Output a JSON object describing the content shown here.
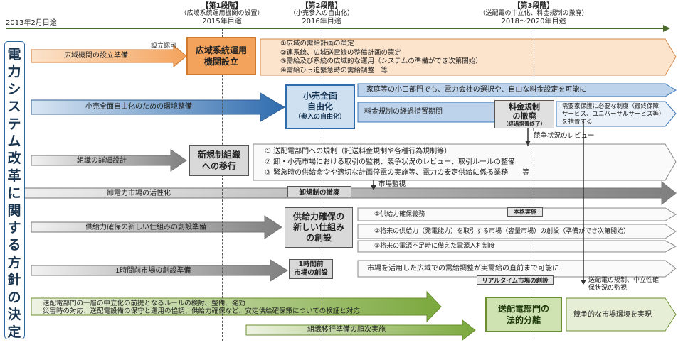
{
  "timeline": {
    "start_label": "2013年2月目途",
    "stage1": {
      "stage": "【第1段階】",
      "desc": "（広域系統運用機関の設置）",
      "target": "2015年目途"
    },
    "stage2": {
      "stage": "【第2段階】",
      "desc": "（小売参入の自由化）",
      "target": "2016年目途"
    },
    "stage3": {
      "stage": "【第3段階】",
      "desc": "（送配電の中立化、料金規制の撤廃）",
      "target": "2018～2020年目途"
    }
  },
  "side_title": "電力システム改革に関する方針の決定",
  "rows": {
    "wide_area": {
      "arrow_label": "広域機関の設立準備",
      "approval": "設立認可",
      "box": [
        "広域系統運用",
        "機関設立"
      ],
      "items": [
        "①広域の需給計画の策定",
        "②連系線、広域送電線の整備計画の策定",
        "③需給及び系統の広域的な運用（システムの準備ができ次第開始）",
        "④需給ひっ迫緊急時の需給調整　等"
      ]
    },
    "retail": {
      "arrow_label": "小売全面自由化のための環境整備",
      "box": [
        "小売全面",
        "自由化",
        "（参入の自由化）"
      ],
      "top_bar": "家庭等の小口部門でも、電力会社の選択や、自由な料金設定を可能に",
      "transition_bar": "料金規制の経過措置期間",
      "abolish_box": [
        "料金規制",
        "の撤廃",
        "（経過措置終了）"
      ],
      "note": [
        "需要家保護に必要な制度（最終保障",
        "サービス、ユニバーサルサービス等）",
        "を措置する"
      ],
      "review": "競争状況のレビュー"
    },
    "org": {
      "arrow_label": "組織の詳細設計",
      "box": [
        "新規制組織",
        "への移行"
      ],
      "items": [
        "① 送配電部門への規制（託送料金規制や各種行為規制等）",
        "② 卸・小売市場における取引の監視、競争状況のレビュー、取引ルールの整備",
        "③ 緊急時の供給命令や適切な計画停電の実施等、電力の安定供給に係る業務　　等"
      ]
    },
    "wholesale": {
      "arrow_label": "卸電力市場の活性化",
      "box": "卸規制の撤廃",
      "monitor": "市場監視"
    },
    "supply": {
      "arrow_label": "供給力確保の新しい仕組みの創設準備",
      "box": [
        "供給力確保の",
        "新しい仕組み",
        "の創設"
      ],
      "bar1": "①供給力確保義務",
      "bar1_tag": "本格実施",
      "bar2": "②将来の供給力（発電能力）を取引する市場（容量市場）の創設（準備ができ次第開始）",
      "bar3": "③将来の電源不足時に備えた電源入札制度"
    },
    "hour_ahead": {
      "arrow_label": "1時間前市場の創設準備",
      "box": [
        "1時間前",
        "市場の創設"
      ],
      "bar": "市場を活用した広域での需給調整が実需給の直前まで可能に",
      "tag": "リアルタイム市場の創設"
    },
    "unbundling": {
      "arrow_lines": [
        "送配電部門の一層の中立化の前提となるルールの検討、整備、発効",
        "災害時の対応、送配電設備の保守と運用の協調、供給力確保など、安定供給確保策についての検証と対応"
      ],
      "prep_label": "組織移行準備の順次実施",
      "box": [
        "送配電部門の",
        "法的分離"
      ],
      "final": "競争的な市場環境を実現",
      "note": [
        "送配電の規制、中立性確",
        "保状況の監視"
      ]
    }
  },
  "colors": {
    "orange": "#f5a35a",
    "blue": "#3c78b8",
    "gray": "#8c8c8c",
    "green": "#7aa83c"
  }
}
